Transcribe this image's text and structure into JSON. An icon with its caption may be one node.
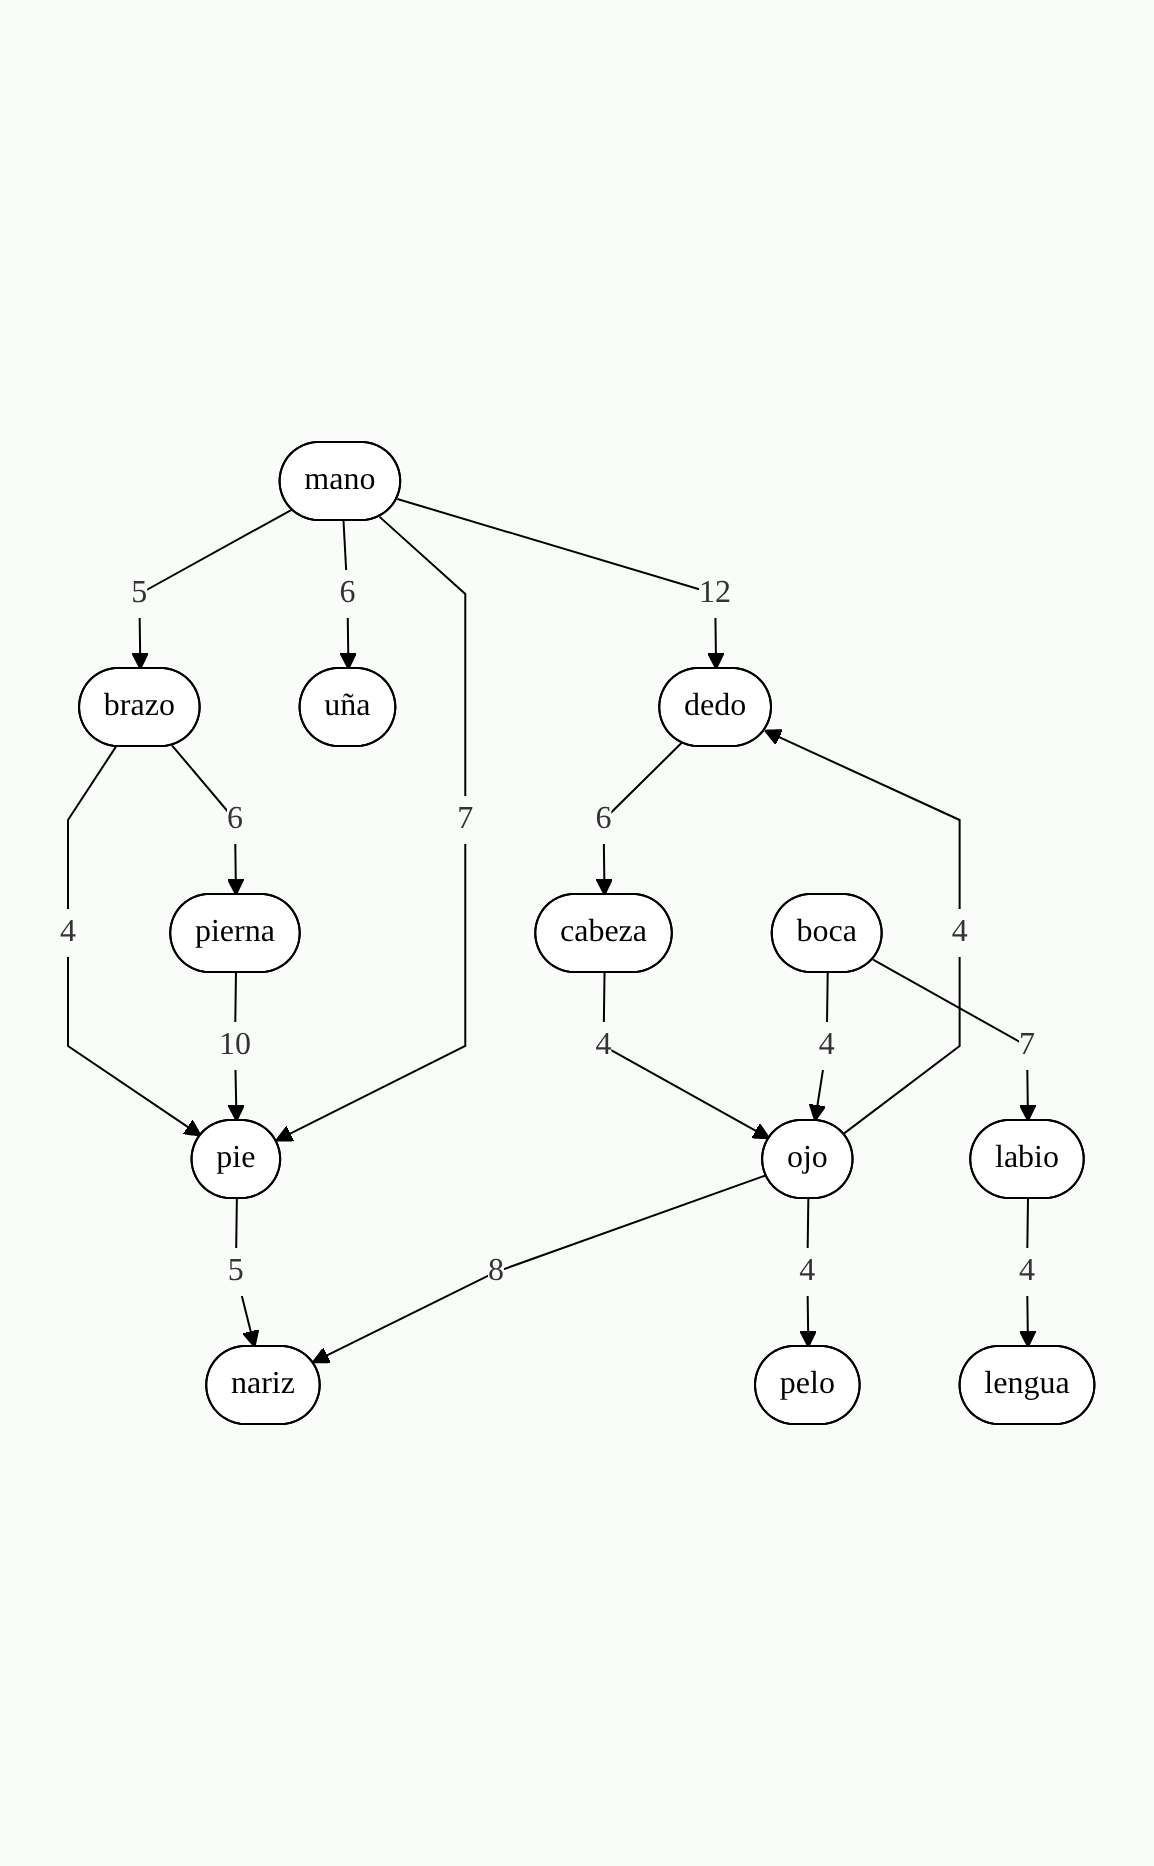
{
  "diagram": {
    "nodes": [
      {
        "text": [
          "brazo"
        ]
      },
      {
        "text": [
          "pierna"
        ]
      },
      {
        "text": [
          "uña"
        ]
      },
      {
        "text": [
          "pie"
        ]
      },
      {
        "text": [
          "mano"
        ]
      },
      {
        "text": [
          "dedo"
        ]
      },
      {
        "text": [
          "cabeza"
        ]
      },
      {
        "text": [
          "nariz"
        ]
      },
      {
        "text": [
          "ojo"
        ]
      },
      {
        "text": [
          "pelo"
        ]
      },
      {
        "text": [
          "boca"
        ]
      },
      {
        "text": [
          "labio"
        ]
      },
      {
        "text": [
          "lengua"
        ]
      }
    ],
    "edges": [
      {
        "from": 4,
        "to": 0,
        "arrow": "to",
        "label": "5"
      },
      {
        "from": 0,
        "to": 1,
        "arrow": "to",
        "label": "6"
      },
      {
        "from": 0,
        "to": 3,
        "arrow": "to",
        "label": "4"
      },
      {
        "from": 1,
        "to": 3,
        "arrow": "to",
        "label": "10"
      },
      {
        "from": 4,
        "to": 3,
        "arrow": "to",
        "label": "7"
      },
      {
        "from": 4,
        "to": 2,
        "arrow": "to",
        "label": "6"
      },
      {
        "from": 4,
        "to": 5,
        "arrow": "to",
        "label": "12"
      },
      {
        "from": 5,
        "to": 6,
        "arrow": "to",
        "label": "6"
      },
      {
        "from": 8,
        "to": 5,
        "arrow": "to",
        "label": "4"
      },
      {
        "from": 6,
        "to": 8,
        "arrow": "to",
        "label": "4"
      },
      {
        "from": 3,
        "to": 7,
        "arrow": "to",
        "label": "5"
      },
      {
        "from": 8,
        "to": 7,
        "arrow": "to",
        "label": "8"
      },
      {
        "from": 8,
        "to": 9,
        "arrow": "to",
        "label": "4"
      },
      {
        "from": 10,
        "to": 8,
        "arrow": "to",
        "label": "4"
      },
      {
        "from": 10,
        "to": 11,
        "arrow": "to",
        "label": "7"
      },
      {
        "from": 11,
        "to": 12,
        "arrow": "to",
        "label": "4"
      }
    ]
  }
}
